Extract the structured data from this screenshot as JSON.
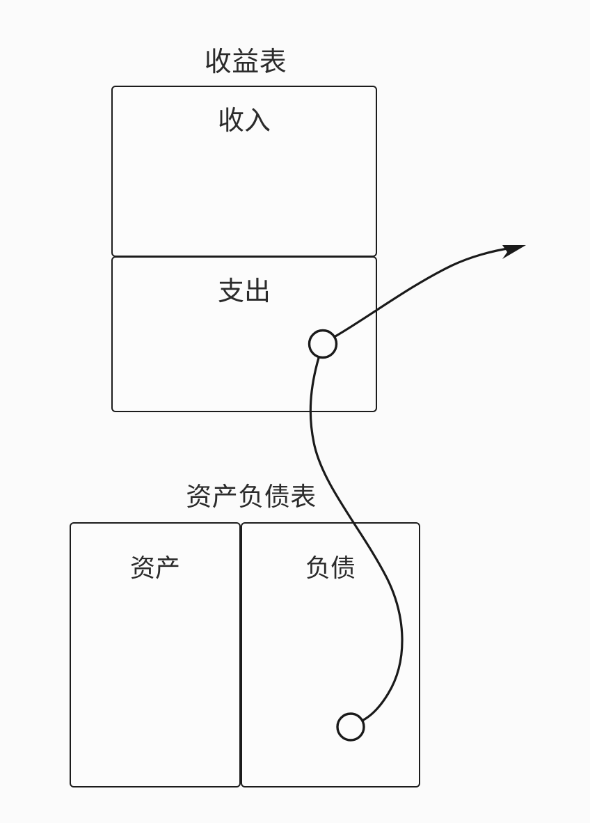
{
  "diagram": {
    "type": "accounting-flow-diagram",
    "background_color": "#fbfbfb",
    "stroke_color": "#1a1a1a",
    "text_color": "#2b2b2b"
  },
  "income_statement": {
    "title": "收益表",
    "boxes": [
      {
        "label": "收入",
        "name": "revenue"
      },
      {
        "label": "支出",
        "name": "expenses"
      }
    ]
  },
  "balance_sheet": {
    "title": "资产负债表",
    "boxes": [
      {
        "label": "资产",
        "name": "assets"
      },
      {
        "label": "负债",
        "name": "liabilities"
      }
    ]
  },
  "connector": {
    "source_node_label": "",
    "target_node_label": "",
    "arrow_direction": "up-right",
    "source_box": "支出",
    "target_box": "负债"
  }
}
